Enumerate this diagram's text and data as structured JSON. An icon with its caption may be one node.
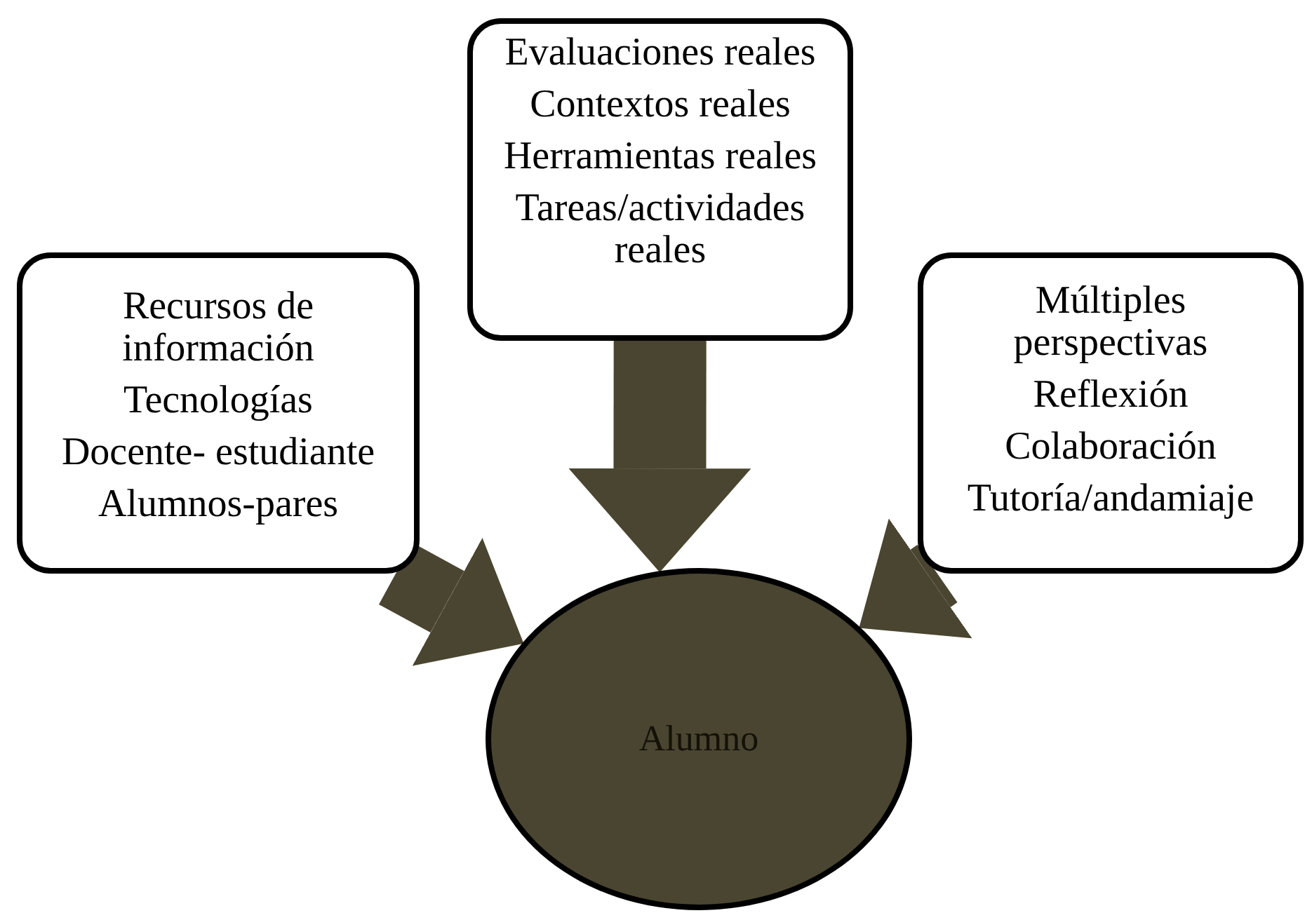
{
  "diagram": {
    "nodes": [
      {
        "text": [
          "Recursos de información",
          "Tecnologías",
          "Docente- estudiante",
          "Alumnos-pares"
        ]
      },
      {
        "text": [
          "Evaluaciones reales",
          "Contextos reales",
          "Herramientas reales",
          "Tareas/actividades reales"
        ]
      },
      {
        "text": [
          "Múltiples perspectivas",
          "Reflexión",
          "Colaboración",
          "Tutoría/andamiaje"
        ]
      },
      {
        "text": [
          "Alumno"
        ]
      }
    ],
    "edges": [
      {
        "from": 0,
        "to": 3,
        "arrow": "to"
      },
      {
        "from": 1,
        "to": 3,
        "arrow": "to"
      },
      {
        "from": 2,
        "to": 3,
        "arrow": "to"
      }
    ]
  }
}
